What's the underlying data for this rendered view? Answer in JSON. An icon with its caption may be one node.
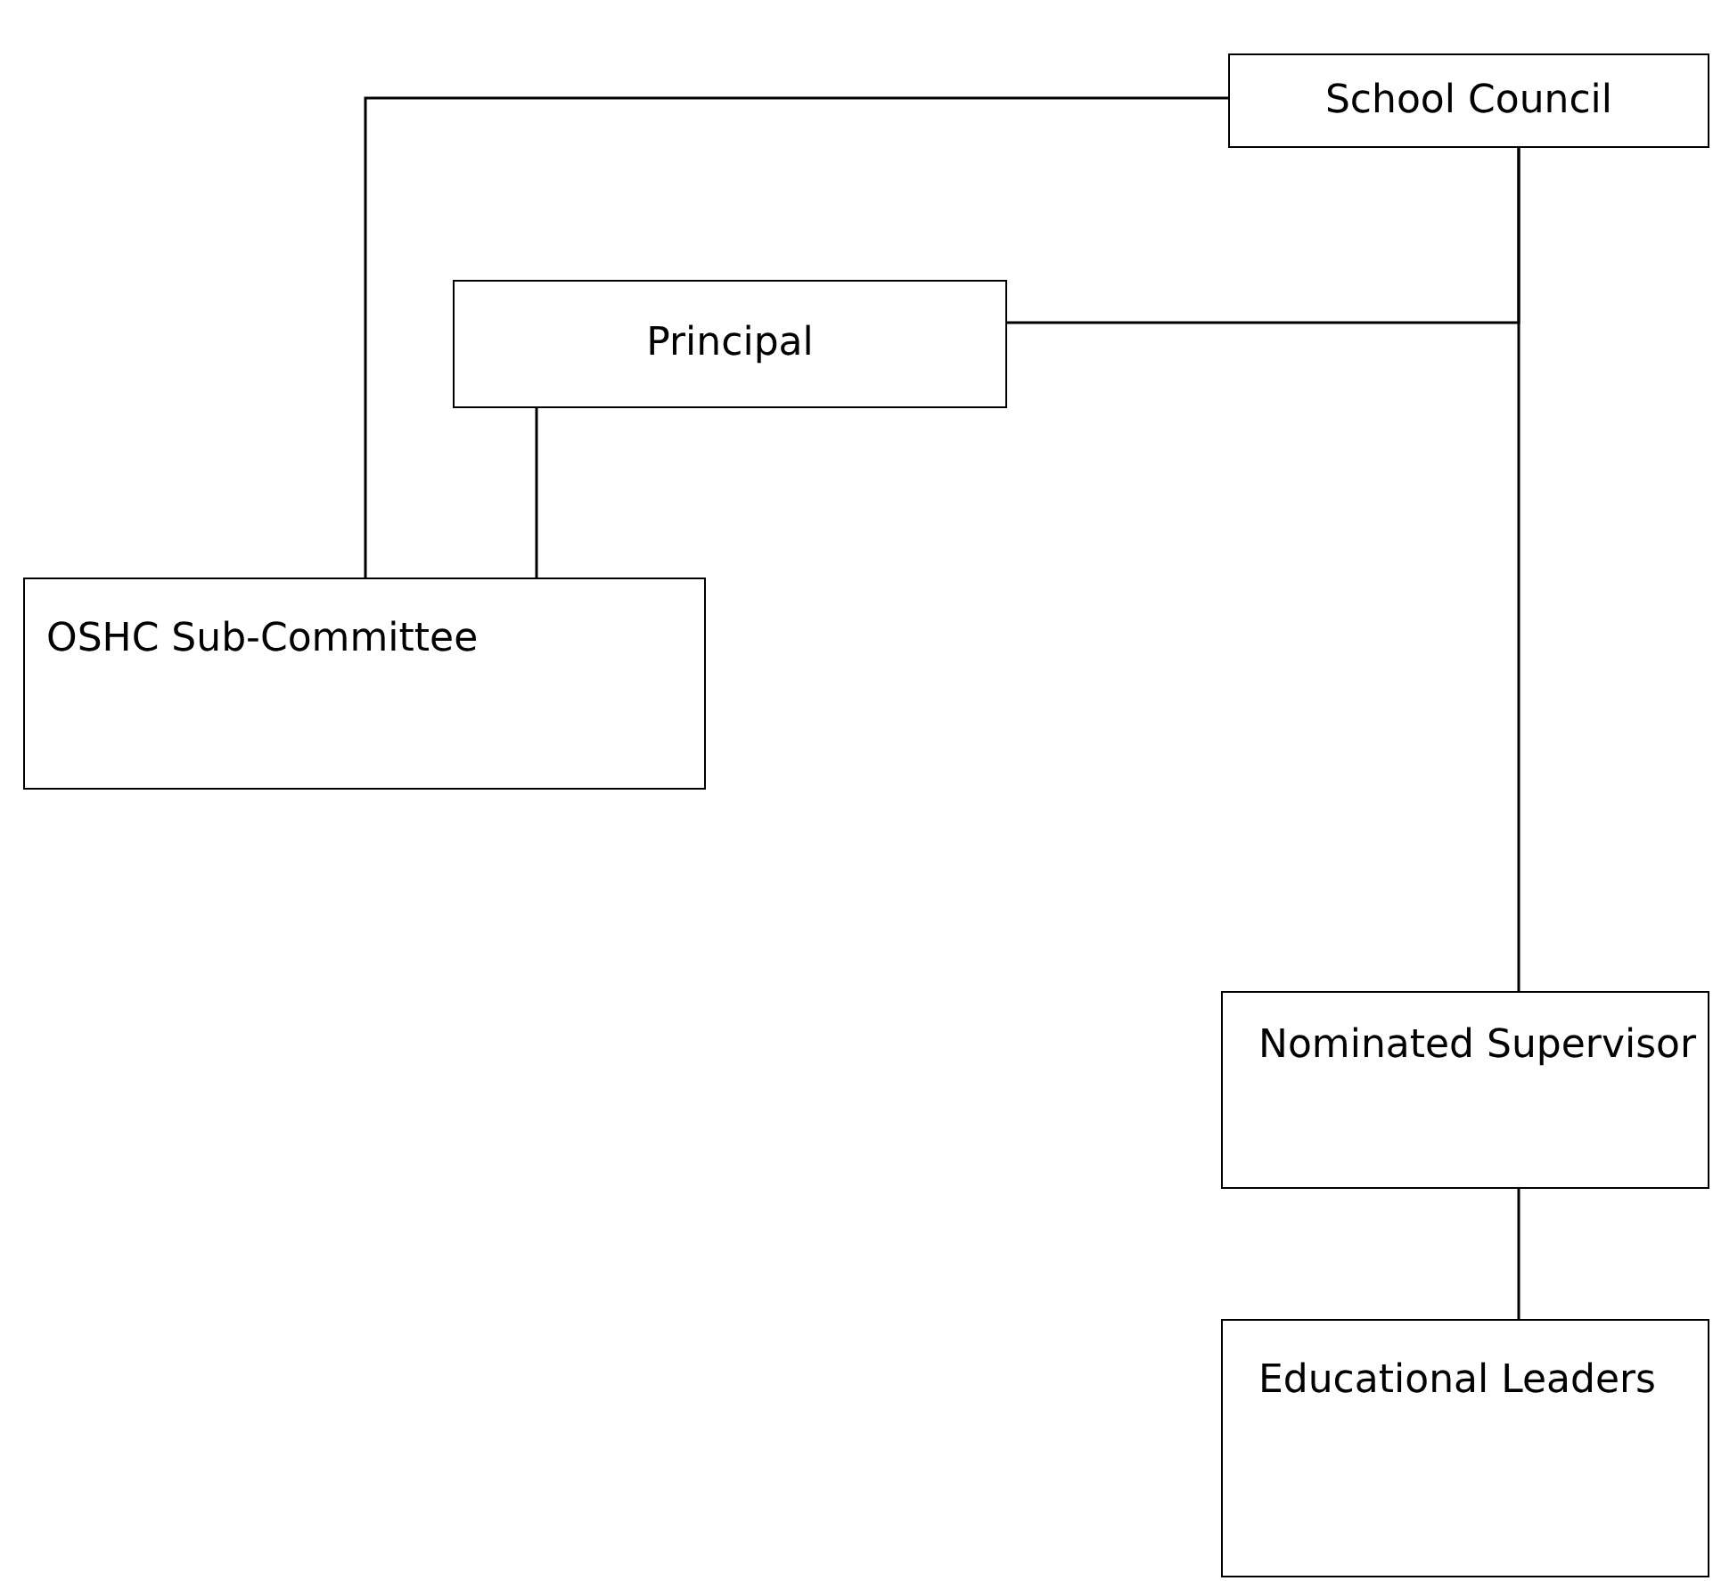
{
  "diagram": {
    "nodes": [
      {
        "text": [
          "School Council"
        ]
      },
      {
        "text": [
          "Principal"
        ]
      },
      {
        "text": [
          "OSHC Sub-Committee"
        ]
      },
      {
        "text": [
          "Nominated Supervisor"
        ]
      },
      {
        "text": [
          "Educational Leaders"
        ]
      }
    ],
    "edges": [
      {
        "from": 0,
        "to": 2,
        "arrow": "none"
      },
      {
        "from": 0,
        "to": 3,
        "arrow": "none"
      },
      {
        "from": 1,
        "to": 0,
        "arrow": "none"
      },
      {
        "from": 1,
        "to": 2,
        "arrow": "none"
      },
      {
        "from": 3,
        "to": 4,
        "arrow": "none"
      }
    ]
  }
}
